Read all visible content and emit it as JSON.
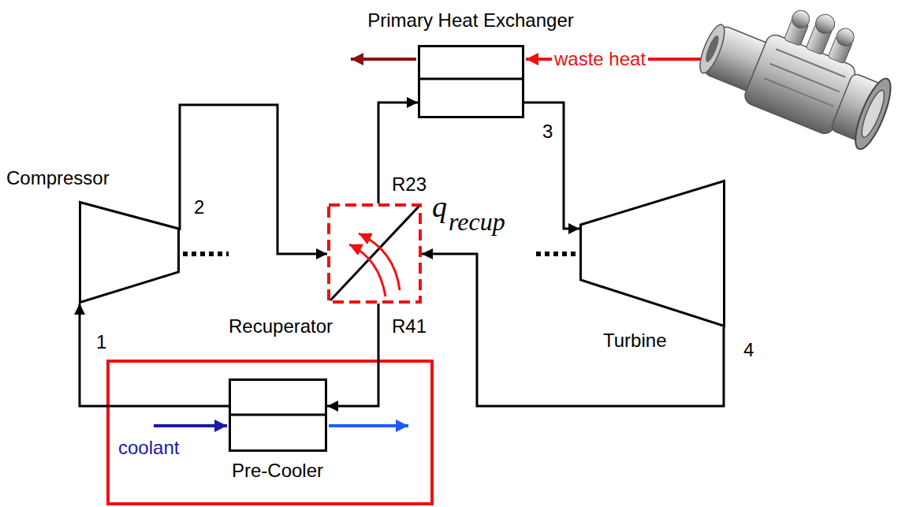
{
  "diagram": {
    "nodes": [
      {
        "text": [
          "Primary Heat Exchanger"
        ]
      },
      {
        "text": [
          "Compressor"
        ]
      },
      {
        "text": [
          "Recuperator"
        ]
      },
      {
        "text": [
          "Turbine"
        ]
      },
      {
        "text": [
          "Pre-Cooler"
        ]
      }
    ],
    "edges": [
      {
        "from": 1,
        "to": 2,
        "arrow": "to"
      },
      {
        "from": 2,
        "to": 0,
        "arrow": "to"
      },
      {
        "from": 0,
        "to": 3,
        "arrow": "to"
      },
      {
        "from": 3,
        "to": 2,
        "arrow": "to"
      },
      {
        "from": 2,
        "to": 4,
        "arrow": "to"
      },
      {
        "from": 4,
        "to": 1,
        "arrow": "to"
      }
    ],
    "labels": [
      "waste heat",
      "3",
      "2",
      "R23",
      "q",
      "recup",
      "1",
      "R41",
      "4",
      "coolant"
    ]
  }
}
